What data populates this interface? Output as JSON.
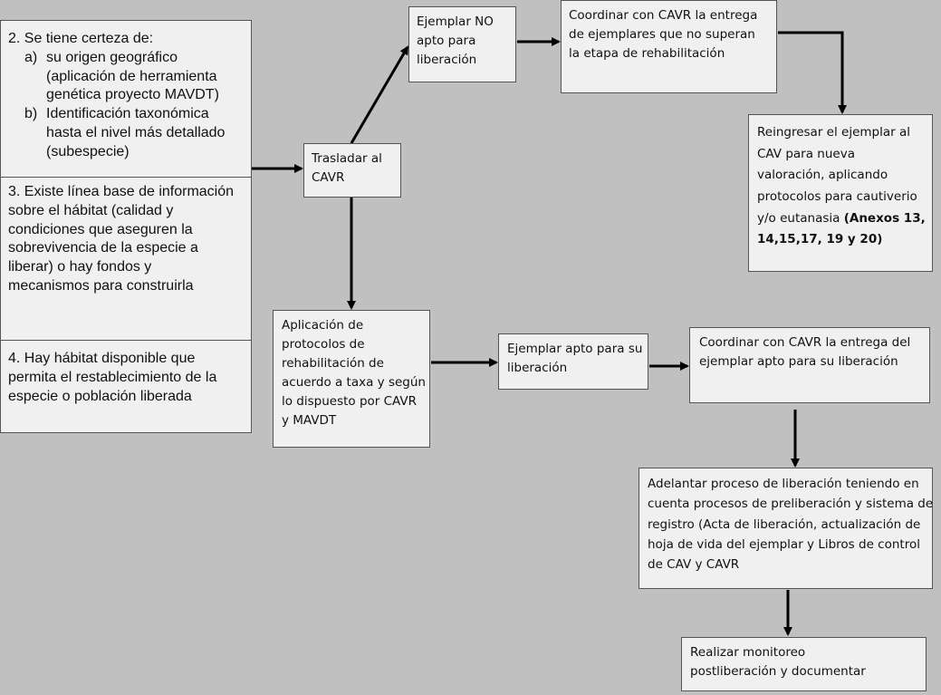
{
  "left_panel": {
    "criterion2": {
      "title": "2. Se tiene certeza de:",
      "a_marker": "a)",
      "a_lines": [
        "su origen geográfico",
        "(aplicación de herramienta",
        "genética proyecto MAVDT)"
      ],
      "b_marker": "b)",
      "b_lines": [
        "Identificación taxonómica",
        "hasta el nivel más detallado",
        "(subespecie)"
      ]
    },
    "criterion3": {
      "lines": [
        "3. Existe línea base de información",
        "sobre el hábitat (calidad y",
        "condiciones que aseguren la",
        "sobrevivencia de la especie a",
        "liberar) o hay fondos y",
        "mecanismos para construirla"
      ]
    },
    "criterion4": {
      "lines": [
        "4. Hay hábitat disponible que",
        "permita el restablecimiento de la",
        "especie o población liberada"
      ]
    }
  },
  "nodes": {
    "trasladar": [
      "Trasladar al",
      "CAVR"
    ],
    "no_apto": [
      "Ejemplar NO",
      "apto para",
      "liberación"
    ],
    "coordinar_no_apto": [
      "Coordinar con CAVR la entrega",
      "de ejemplares que no superan",
      "la etapa de rehabilitación"
    ],
    "reingresar": {
      "lines": [
        "Reingresar el ejemplar al",
        "CAV para nueva",
        "valoración, aplicando",
        "protocolos para cautiverio",
        "y/o eutanasia "
      ],
      "bold_1": "(Anexos 13,",
      "bold_2": "14,15,17, 19 y 20)"
    },
    "rehabilitacion": [
      "Aplicación de",
      "protocolos de",
      "rehabilitación de",
      "acuerdo a taxa y según",
      "lo dispuesto por CAVR",
      "y MAVDT"
    ],
    "apto": [
      "Ejemplar apto para su",
      "liberación"
    ],
    "coordinar_apto": [
      "Coordinar con CAVR la entrega del",
      "ejemplar apto para su liberación"
    ],
    "adelantar": [
      "Adelantar proceso de liberación teniendo en",
      "cuenta procesos de preliberación y sistema de",
      "registro (Acta de liberación, actualización de",
      "hoja de vida del ejemplar y Libros de control",
      "de CAV y CAVR"
    ],
    "monitoreo": [
      "Realizar monitoreo",
      "postliberación y documentar"
    ]
  }
}
